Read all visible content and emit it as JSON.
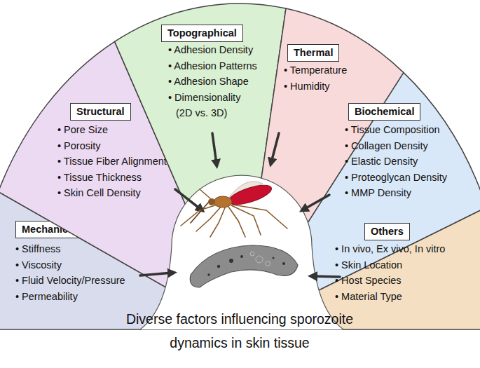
{
  "diagram": {
    "caption": "Diverse factors influencing sporozoite dynamics in skin tissue",
    "nodes": [
      {
        "text": [
          "Mechanical",
          "• Stiffness",
          "• Viscosity",
          "• Fluid Velocity/Pressure",
          "• Permeability"
        ]
      },
      {
        "text": [
          "Structural",
          "• Pore Size",
          "• Porosity",
          "• Tissue Fiber Alignment",
          "• Tissue Thickness",
          "• Skin Cell Density"
        ]
      },
      {
        "text": [
          "Topographical",
          "• Adhesion Density",
          "• Adhesion Patterns",
          "• Adhesion Shape",
          "• Dimensionality (2D vs. 3D)"
        ]
      },
      {
        "text": [
          "Thermal",
          "• Temperature",
          "• Humidity"
        ]
      },
      {
        "text": [
          "Biochemical",
          "• Tissue Composition",
          "• Collagen Density",
          "• Elastic Density",
          "• Proteoglycan Density",
          "• MMP Density"
        ]
      },
      {
        "text": [
          "Others",
          "• In vivo, Ex vivo, In vitro",
          "• Skin Location",
          "• Host Species",
          "• Material Type"
        ]
      }
    ]
  }
}
